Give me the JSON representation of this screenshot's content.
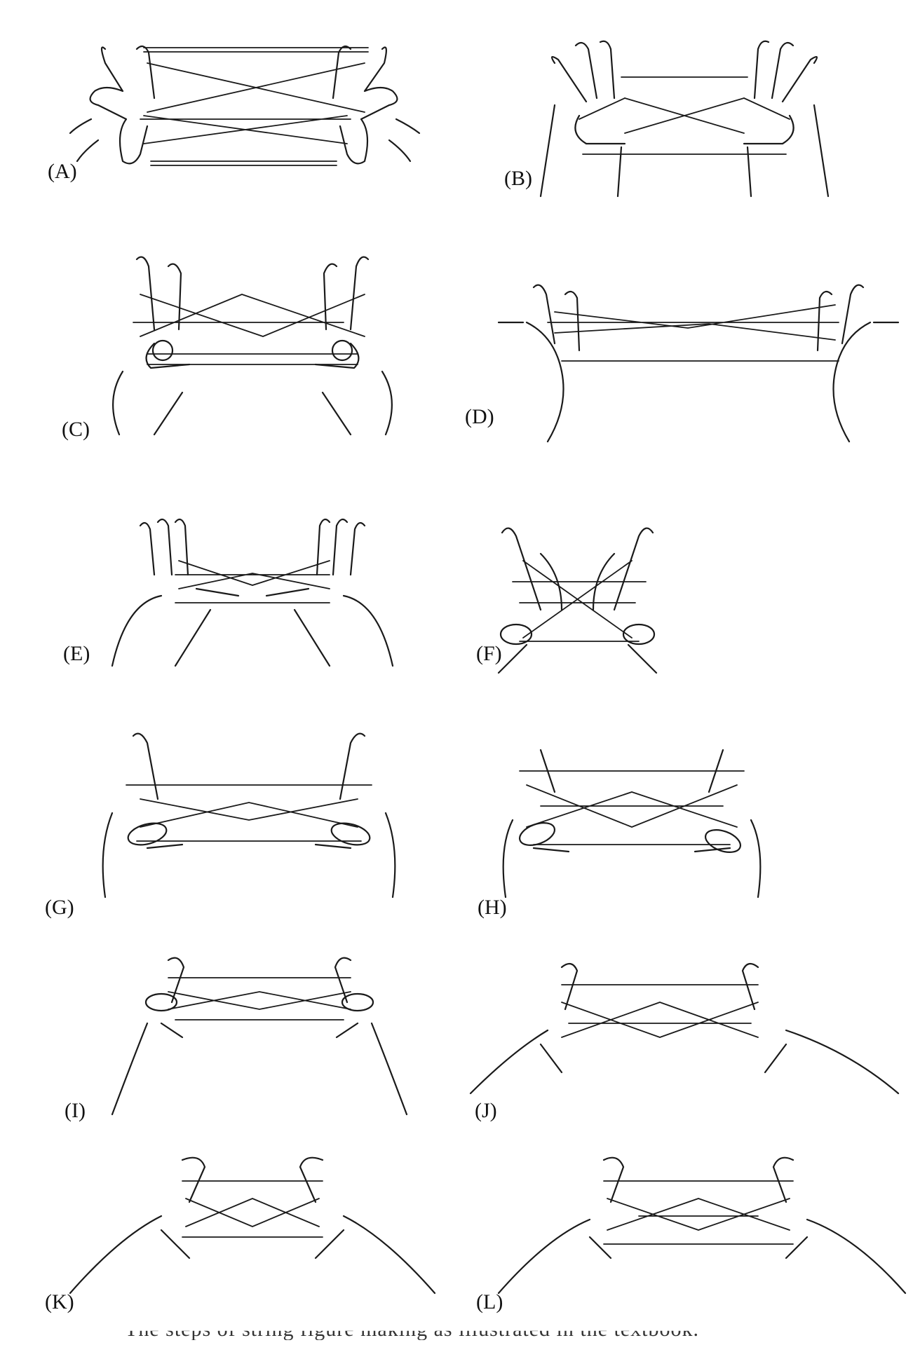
{
  "figure": {
    "panels": [
      {
        "label": "(A)"
      },
      {
        "label": "(B)"
      },
      {
        "label": "(C)"
      },
      {
        "label": "(D)"
      },
      {
        "label": "(E)"
      },
      {
        "label": "(F)"
      },
      {
        "label": "(G)"
      },
      {
        "label": "(H)"
      },
      {
        "label": "(I)"
      },
      {
        "label": "(J)"
      },
      {
        "label": "(K)"
      },
      {
        "label": "(L)"
      }
    ],
    "caption": "The steps of string figure making as illustrated in the textbook."
  },
  "colors": {
    "ink": "#1a1a1a",
    "background": "#ffffff"
  }
}
